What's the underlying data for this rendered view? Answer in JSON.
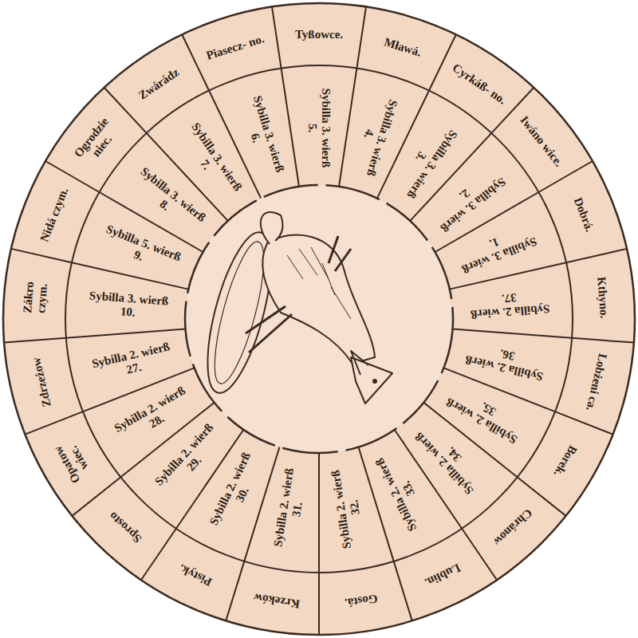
{
  "diagram": {
    "nodes": [
      {
        "text": [
          "Piasecz- no."
        ]
      },
      {
        "text": [
          "Tyßowce."
        ]
      },
      {
        "text": [
          "Mławá."
        ]
      },
      {
        "text": [
          "Cyrkáß- no."
        ]
      },
      {
        "text": [
          "Iwáno wice."
        ]
      },
      {
        "text": [
          "Dobrá."
        ]
      },
      {
        "text": [
          "Kthyno."
        ]
      },
      {
        "text": [
          "Lobżeni ca."
        ]
      },
      {
        "text": [
          "Borek."
        ]
      },
      {
        "text": [
          "Chránow"
        ]
      },
      {
        "text": [
          "Lublin."
        ]
      },
      {
        "text": [
          "Gostá."
        ]
      },
      {
        "text": [
          "Krzeków"
        ]
      },
      {
        "text": [
          "Pistyk."
        ]
      },
      {
        "text": [
          "Sprosto"
        ]
      },
      {
        "text": [
          "Opatow wiec."
        ]
      },
      {
        "text": [
          "Zdrzeżow"
        ]
      },
      {
        "text": [
          "Zákro czym."
        ]
      },
      {
        "text": [
          "Nidá czym."
        ]
      },
      {
        "text": [
          "Ogrodzie niec."
        ]
      },
      {
        "text": [
          "Zwárádz"
        ]
      },
      {
        "text": [
          "Sybilla 3. wierß 6."
        ]
      },
      {
        "text": [
          "Sybilla 3. wierß 5."
        ]
      },
      {
        "text": [
          "Sybilla 3. wierß 4."
        ]
      },
      {
        "text": [
          "Sybilla 3. wierß 3."
        ]
      },
      {
        "text": [
          "Sybilla 3. wierß 2."
        ]
      },
      {
        "text": [
          "Sybilla 3. wierß 1."
        ]
      },
      {
        "text": [
          "Sybilla 2. wierß 37."
        ]
      },
      {
        "text": [
          "Sybilla 2. wierß 36."
        ]
      },
      {
        "text": [
          "Sybilla 2. wierß 35."
        ]
      },
      {
        "text": [
          "Sybilla 2. wierß 34."
        ]
      },
      {
        "text": [
          "Sybilla 2. wierß 33."
        ]
      },
      {
        "text": [
          "Sybilla 2. wierß 32."
        ]
      },
      {
        "text": [
          "Sybilla 2. wierß 31."
        ]
      },
      {
        "text": [
          "Sybilla 2. wierß 30."
        ]
      },
      {
        "text": [
          "Sybilla 2. wierß 29."
        ]
      },
      {
        "text": [
          "Sybilla 2. wierß 28."
        ]
      },
      {
        "text": [
          "Sybilla 2. wierß 27."
        ]
      },
      {
        "text": [
          "Sybilla 3. wierß 10."
        ]
      },
      {
        "text": [
          "Sybilla 5. wierß 9."
        ]
      },
      {
        "text": [
          "Sybilla 3. wierß 8."
        ]
      },
      {
        "text": [
          "Sybilla 3. wierß 7."
        ]
      }
    ]
  }
}
